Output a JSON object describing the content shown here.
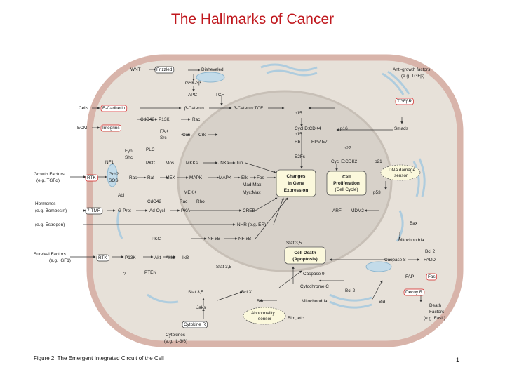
{
  "title": "The Hallmarks of Cancer",
  "caption": "Figure 2.  The Emergent Integrated Circuit of the Cell",
  "page_number": "1",
  "colors": {
    "title": "#c0181e",
    "label_red": "#d21e1e",
    "cell_body": "#e7e1d9",
    "cell_border": "#d8b4aa",
    "nucleus": "#d7d1c9",
    "organelle": "#9cc6e0",
    "center_box": "#fbf8dc"
  },
  "labels": [
    {
      "id": "wnt",
      "text": "WNT",
      "red": true
    },
    {
      "id": "frizzled",
      "text": "Frizzled",
      "box": true
    },
    {
      "id": "disheveled",
      "text": "Disheveled"
    },
    {
      "id": "gsk3b",
      "text": "GSK-3β"
    },
    {
      "id": "apc",
      "text": "APC",
      "red": true
    },
    {
      "id": "tcf",
      "text": "TCF"
    },
    {
      "id": "cells",
      "text": "Cells"
    },
    {
      "id": "ecadherin",
      "text": "E-Cadherin",
      "red": true,
      "box": true
    },
    {
      "id": "bcatenin",
      "text": "β-Catenin",
      "red": true
    },
    {
      "id": "bcatenin_tcf",
      "text": "β-Catenin:TCF"
    },
    {
      "id": "cdc42_top",
      "text": "CdC42"
    },
    {
      "id": "pi3k_top",
      "text": "P13K"
    },
    {
      "id": "rac",
      "text": "Rac"
    },
    {
      "id": "ecm",
      "text": "ECM"
    },
    {
      "id": "integrins",
      "text": "Integrins",
      "red": true,
      "box": true
    },
    {
      "id": "fak",
      "text": "FAK"
    },
    {
      "id": "src",
      "text": "Src",
      "red": true
    },
    {
      "id": "cas",
      "text": "Cas"
    },
    {
      "id": "crk",
      "text": "Crk"
    },
    {
      "id": "fyn",
      "text": "Fyn"
    },
    {
      "id": "shc",
      "text": "Shc"
    },
    {
      "id": "nf1",
      "text": "NF1",
      "red": true
    },
    {
      "id": "plc",
      "text": "PLC"
    },
    {
      "id": "pkc_top",
      "text": "PKC"
    },
    {
      "id": "mos",
      "text": "Mos"
    },
    {
      "id": "mkks",
      "text": "MKKs"
    },
    {
      "id": "jnks",
      "text": "JNKs"
    },
    {
      "id": "jun",
      "text": "Jun",
      "red": true
    },
    {
      "id": "growth_factors",
      "text": "Growth Factors",
      "red": true
    },
    {
      "id": "growth_factors_eg",
      "text": "(e.g. TGFα)",
      "red": true
    },
    {
      "id": "rtk_top",
      "text": "RTK",
      "red": true,
      "box": true
    },
    {
      "id": "grb2",
      "text": "Grb2"
    },
    {
      "id": "sos",
      "text": "SOS"
    },
    {
      "id": "ras",
      "text": "Ras",
      "red": true
    },
    {
      "id": "raf",
      "text": "Raf"
    },
    {
      "id": "mek",
      "text": "MEK"
    },
    {
      "id": "mapk",
      "text": "MAPK"
    },
    {
      "id": "mapk2",
      "text": "MAPK"
    },
    {
      "id": "elk",
      "text": "Elk"
    },
    {
      "id": "fos",
      "text": "Fos",
      "red": true
    },
    {
      "id": "madmax",
      "text": "Mad:Max"
    },
    {
      "id": "mycmax",
      "text": "Myc:Max",
      "red": true
    },
    {
      "id": "mekk",
      "text": "MEKK"
    },
    {
      "id": "abl",
      "text": "Abl",
      "red": true
    },
    {
      "id": "cdc42_mid",
      "text": "CdC42"
    },
    {
      "id": "rac_mid",
      "text": "Rac"
    },
    {
      "id": "rho",
      "text": "Rho"
    },
    {
      "id": "hormones",
      "text": "Hormones"
    },
    {
      "id": "hormones_eg",
      "text": "(e.g. Bombesin)"
    },
    {
      "id": "tmr",
      "text": "7-TMR",
      "box": true
    },
    {
      "id": "gprot",
      "text": "G-Prot"
    },
    {
      "id": "adcycl",
      "text": "Ad Cycl"
    },
    {
      "id": "pka",
      "text": "PKA"
    },
    {
      "id": "creb",
      "text": "CREB"
    },
    {
      "id": "estrogen",
      "text": "(e.g. Estrogen)"
    },
    {
      "id": "nhr",
      "text": "NHR (e.g. ER)"
    },
    {
      "id": "survival_factors",
      "text": "Survival Factors",
      "red": true
    },
    {
      "id": "survival_eg",
      "text": "(e.g. IGF1)"
    },
    {
      "id": "rtk_low",
      "text": "RTK",
      "box": true
    },
    {
      "id": "pkc_low",
      "text": "PKC"
    },
    {
      "id": "nfkb1",
      "text": "NF-κB"
    },
    {
      "id": "nfkb2",
      "text": "NF-κB"
    },
    {
      "id": "pi3k_low",
      "text": "P13K"
    },
    {
      "id": "akt",
      "text": "Akt"
    },
    {
      "id": "ikka",
      "text": "Akkα"
    },
    {
      "id": "ikb",
      "text": "IκB"
    },
    {
      "id": "qmark",
      "text": "?"
    },
    {
      "id": "pten",
      "text": "PTEN",
      "red": true
    },
    {
      "id": "stat35_a",
      "text": "Stat 3,5"
    },
    {
      "id": "stat35_b",
      "text": "Stat 3,5"
    },
    {
      "id": "stat35_c",
      "text": "Stat 3,5"
    },
    {
      "id": "jaks",
      "text": "Jaks"
    },
    {
      "id": "cytokine_r",
      "text": "Cytokine R",
      "box": true
    },
    {
      "id": "cytokines",
      "text": "Cytokines"
    },
    {
      "id": "cytokines_eg",
      "text": "(e.g. IL-3/6)"
    },
    {
      "id": "bclxl",
      "text": "Bcl XL"
    },
    {
      "id": "bad",
      "text": "Bad"
    },
    {
      "id": "mito_low",
      "text": "Mitochondria"
    },
    {
      "id": "bim",
      "text": "Bim, etc"
    },
    {
      "id": "cytochrome_c",
      "text": "Cytochrome C"
    },
    {
      "id": "bcl2_low",
      "text": "Bcl 2",
      "red": true
    },
    {
      "id": "caspase9",
      "text": "Caspase 9"
    },
    {
      "id": "caspase8",
      "text": "Caspase 8"
    },
    {
      "id": "bid",
      "text": "Bid"
    },
    {
      "id": "fadd",
      "text": "FADD"
    },
    {
      "id": "bcl2_r",
      "text": "Bcl 2",
      "red": true
    },
    {
      "id": "mito_r",
      "text": "Mitochondria"
    },
    {
      "id": "bax",
      "text": "Bax",
      "red": true
    },
    {
      "id": "fap",
      "text": "FAP"
    },
    {
      "id": "fas",
      "text": "Fas",
      "red": true,
      "box": true
    },
    {
      "id": "decoy",
      "text": "Decoy R",
      "red": true,
      "box": true
    },
    {
      "id": "death_factors_1",
      "text": "Death"
    },
    {
      "id": "death_factors_2",
      "text": "Factors"
    },
    {
      "id": "death_factors_eg",
      "text": "(e.g. FasL)"
    },
    {
      "id": "antigrowth_1",
      "text": "Anti-growth factors",
      "red": true
    },
    {
      "id": "antigrowth_2",
      "text": "(e.g. TGFβ)",
      "red": true
    },
    {
      "id": "tgfbr",
      "text": "TGFβR",
      "red": true,
      "box": true
    },
    {
      "id": "smads",
      "text": "Smads",
      "red": true
    },
    {
      "id": "p15_a",
      "text": "p15",
      "red": true
    },
    {
      "id": "p16",
      "text": "p16",
      "red": true
    },
    {
      "id": "cycd",
      "text": "Cycl D:CDK4",
      "red": true
    },
    {
      "id": "p15_b",
      "text": "p15",
      "red": true
    },
    {
      "id": "rb",
      "text": "Rb",
      "red": true
    },
    {
      "id": "hpv",
      "text": "HPV E7",
      "red": true
    },
    {
      "id": "e2fs",
      "text": "E2Fs"
    },
    {
      "id": "p27",
      "text": "p27"
    },
    {
      "id": "cyce",
      "text": "Cycl E:CDK2",
      "red": true
    },
    {
      "id": "p21",
      "text": "p21"
    },
    {
      "id": "dna_damage_1",
      "text": "DNA damage"
    },
    {
      "id": "dna_damage_2",
      "text": "sensor"
    },
    {
      "id": "p53",
      "text": "p53",
      "red": true
    },
    {
      "id": "arf",
      "text": "ARF",
      "red": true
    },
    {
      "id": "mdm2",
      "text": "MDM2"
    },
    {
      "id": "abnormality_1",
      "text": "Abnormality"
    },
    {
      "id": "abnormality_2",
      "text": "sensor"
    }
  ],
  "boxes": [
    {
      "id": "changes",
      "lines": [
        "Changes",
        "in Gene",
        "Expression"
      ]
    },
    {
      "id": "prolif",
      "lines": [
        "Cell",
        "Proliferation",
        "(Cell Cycle)"
      ]
    },
    {
      "id": "death",
      "lines": [
        "Cell Death",
        "(Apoptosis)"
      ]
    }
  ]
}
